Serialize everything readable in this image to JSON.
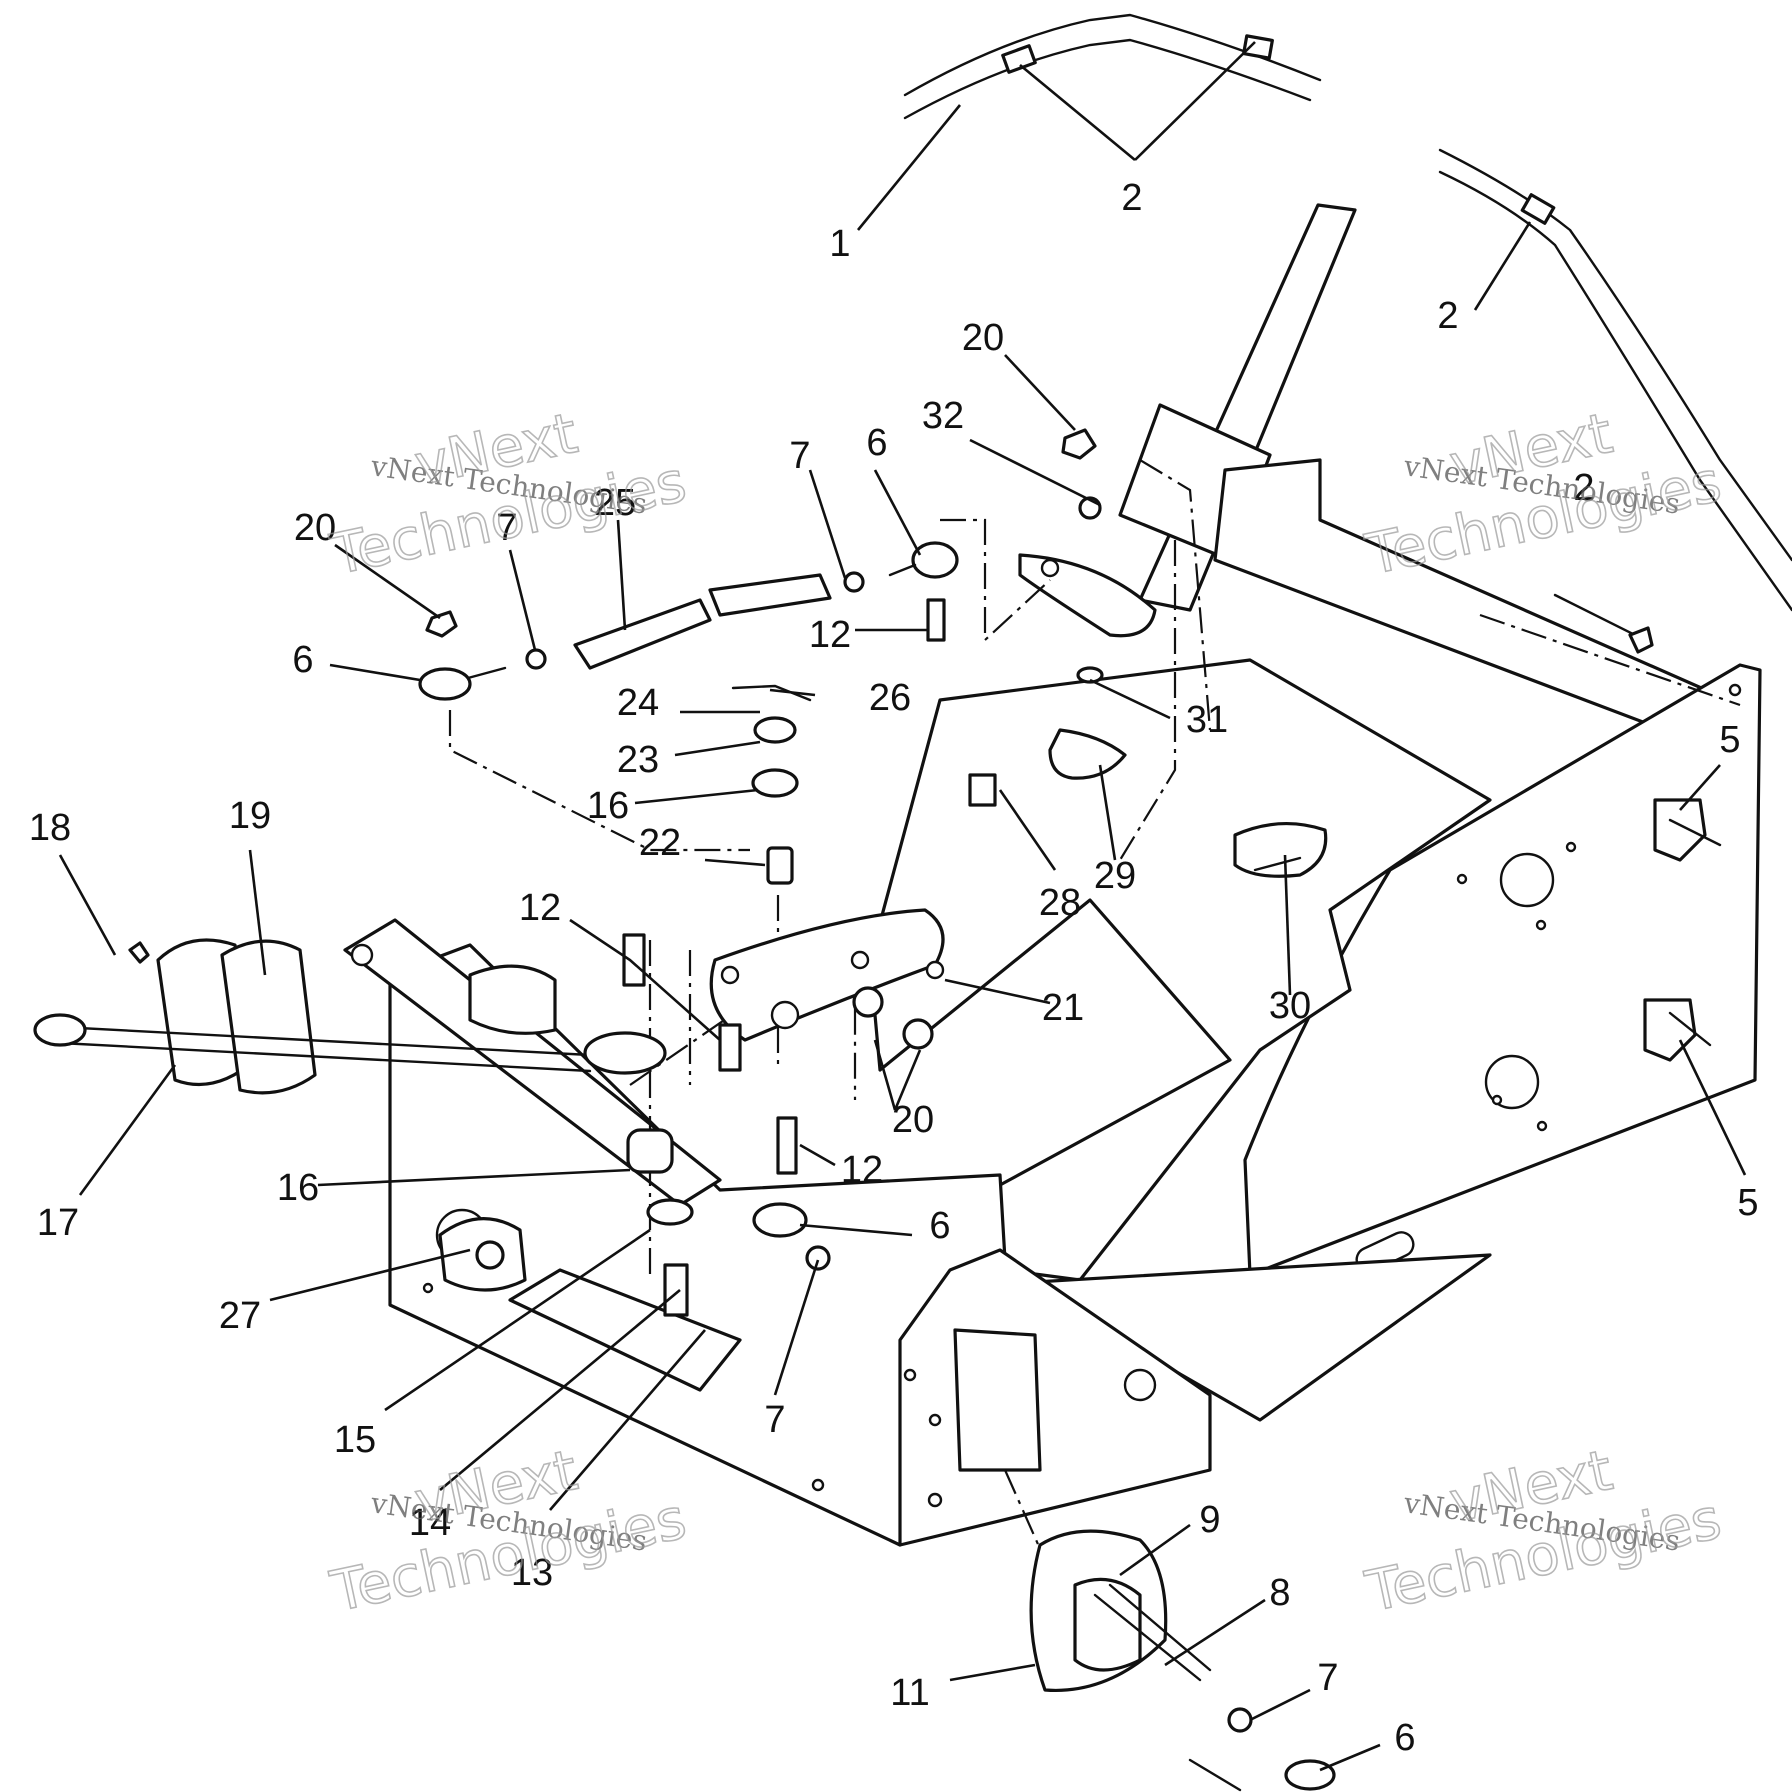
{
  "watermark": {
    "caption": "vNext Technologies",
    "brand_line1": "vNext",
    "brand_line2": "Technologies"
  },
  "callouts": [
    "1",
    "2",
    "2",
    "2",
    "20",
    "32",
    "7",
    "6",
    "25",
    "7",
    "20",
    "6",
    "12",
    "26",
    "24",
    "23",
    "16",
    "22",
    "31",
    "28",
    "29",
    "30",
    "5",
    "5",
    "12",
    "21",
    "20",
    "18",
    "19",
    "17",
    "16",
    "12",
    "6",
    "7",
    "27",
    "15",
    "14",
    "13",
    "9",
    "8",
    "11",
    "7",
    "6"
  ]
}
